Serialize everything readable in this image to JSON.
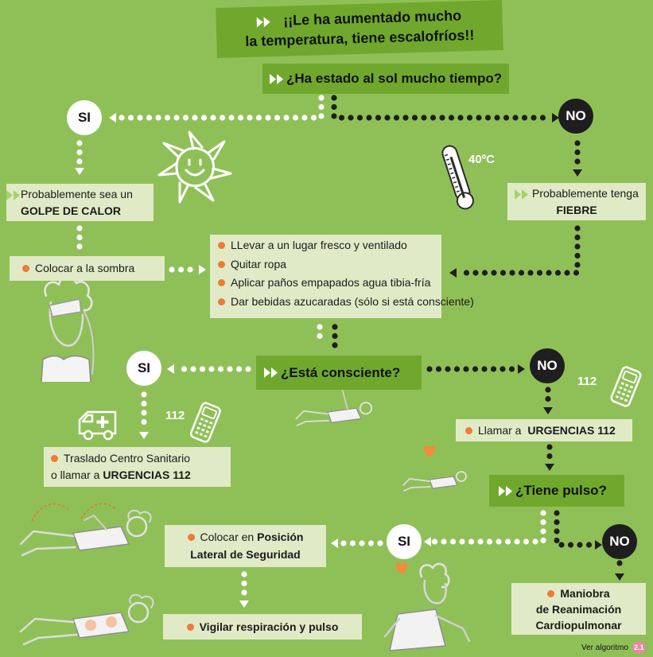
{
  "title": {
    "line1": "¡¡Le ha aumentado mucho",
    "line2": "la temperatura, tiene escalofríos!!"
  },
  "q1": {
    "text": "¿Ha estado al sol mucho tiempo?",
    "yes": "SI",
    "no": "NO"
  },
  "thermometer_label": "40ºC",
  "golpe": {
    "line1": "Probablemente sea un",
    "line2": "GOLPE DE CALOR"
  },
  "fiebre": {
    "line1": "Probablemente tenga",
    "line2": "FIEBRE"
  },
  "sombra": "Colocar a la sombra",
  "measures": [
    "LLevar a un lugar fresco y ventilado",
    "Quitar ropa",
    "Aplicar paños empapados agua tibia-fría",
    "Dar bebidas azucaradas (sólo si está consciente)"
  ],
  "q2": {
    "text": "¿Está consciente?",
    "yes": "SI",
    "no": "NO"
  },
  "phone_label": "112",
  "traslado": {
    "line1": "Traslado Centro Sanitario",
    "line2_pre": "o llamar a ",
    "line2_bold": "URGENCIAS 112"
  },
  "llamar": {
    "pre": "Llamar a ",
    "bold": "URGENCIAS 112"
  },
  "q3": {
    "text": "¿Tiene pulso?",
    "yes": "SI",
    "no": "NO"
  },
  "pls": {
    "pre": "Colocar en ",
    "bold": "Posición",
    "line2": "Lateral de Seguridad"
  },
  "vigilar": "Vigilar respiración y pulso",
  "rcp": {
    "line1": "Maniobra",
    "line2": "de Reanimación",
    "line3": "Cardiopulmonar"
  },
  "footer": {
    "text": "Ver algoritmo",
    "badge": "2.1"
  },
  "icons": {
    "flow_arrow": "double-arrow-icon",
    "bullet": "bullet-icon",
    "sun": "sun-icon",
    "thermometer": "thermometer-icon",
    "ambulance": "ambulance-icon",
    "phone": "phone-icon",
    "heart": "heart-icon"
  },
  "colors": {
    "background": "#8fc058",
    "question_box": "#70a82d",
    "info_box": "#e1eac6",
    "bullet": "#f07a36",
    "yes_path": "#ffffff",
    "no_path": "#1e1e1e",
    "badge": "#e58aa0"
  }
}
